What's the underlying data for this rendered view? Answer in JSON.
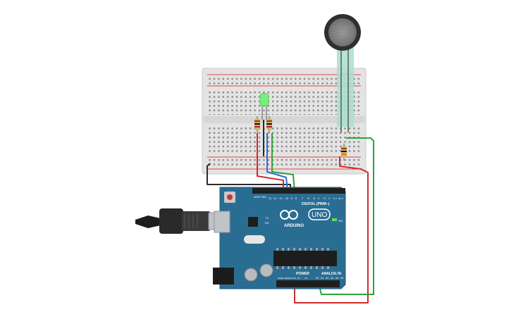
{
  "board": {
    "brand": "ARDUINO",
    "model": "UNO",
    "digital_label": "DIGITAL (PWM~)",
    "power_label": "POWER",
    "analog_label": "ANALOG IN",
    "on_label": "ON",
    "tx_label": "TX",
    "rx_label": "RX",
    "aref_label": "AREF",
    "gnd_label": "GND",
    "ioref_label": "IOREF",
    "reset_label": "RESET",
    "v33_label": "3.3V",
    "v5_label": "5V",
    "vin_label": "Vin",
    "digital_pins": [
      "13",
      "12",
      "~11",
      "~10",
      "~9",
      "8",
      "7",
      "~6",
      "~5",
      "4",
      "~3",
      "2",
      "TX 1",
      "RX 0"
    ],
    "analog_pins": [
      "A0",
      "A1",
      "A2",
      "A3",
      "A4",
      "A5"
    ]
  },
  "components": {
    "led": "green-led",
    "sensor": "force-sensitive-resistor",
    "resistor_count": 3,
    "cable": "usb-b-cable"
  },
  "colors": {
    "board": "#2a6d93",
    "breadboard": "#e6e6e6",
    "wire_red": "#d22a2a",
    "wire_black": "#2b2b2b",
    "wire_green": "#2aa53a",
    "wire_blue": "#2a6fd2",
    "led": "#7cf07c",
    "fsr_leads": "#9ed9c7"
  }
}
